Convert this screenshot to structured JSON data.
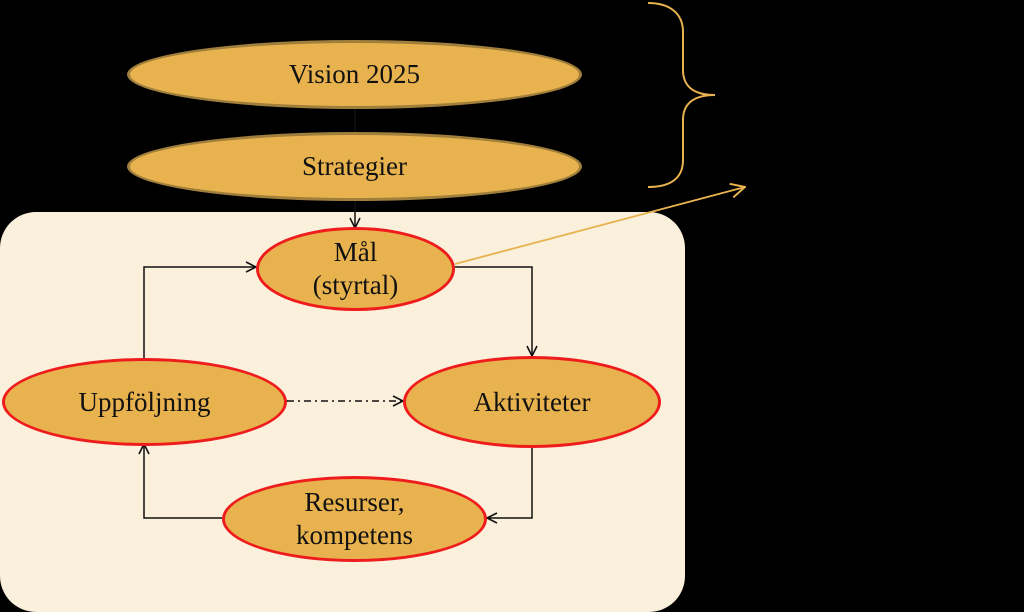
{
  "colors": {
    "background": "#000000",
    "panel": "#fbf0dc",
    "node_fill": "#e8b24e",
    "top_node_border": "#a07e3b",
    "cycle_node_border": "#ee1c1c",
    "brace": "#e8b24e",
    "pointer_line": "#e8b24e",
    "arrows": "#111111"
  },
  "nodes": {
    "vision": "Vision 2025",
    "strategier": "Strategier",
    "mal": "Mål\n(styrtal)",
    "uppfoljning": "Uppföljning",
    "aktiviteter": "Aktiviteter",
    "resurser": "Resurser,\nkompetens"
  }
}
